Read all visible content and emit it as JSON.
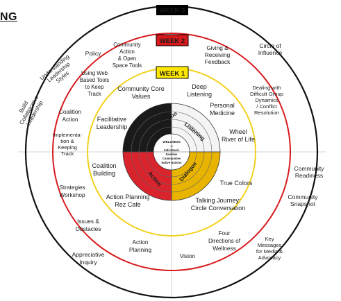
{
  "heading_fragment": "NG",
  "colors": {
    "outer_ring": "#111111",
    "week2_ring": "#d7191c",
    "week1_ring": "#f2d01a",
    "center_black": "#1a1a1a",
    "center_white": "#f4f4f4",
    "center_yellow": "#e8b400",
    "center_red": "#d9232d",
    "center_pink": "#e9a0a4",
    "center_gray": "#9a9a9a",
    "week3_label_bg": "#000000",
    "week2_label_bg": "#d7191c",
    "week1_label_bg": "#ffe800"
  },
  "labels": {
    "week3": "WEEK 3",
    "week2": "WEEK 2",
    "week1": "WEEK 1"
  },
  "center": {
    "reflection": "Reflection",
    "listening": "Listening",
    "dialogue": "Dialogue",
    "action": "Action",
    "core": [
      "WELLNESS",
      "of",
      "Individuals",
      "Families",
      "Communities",
      "Native Nations"
    ]
  },
  "outer_ring_items": {
    "policy": "Policy",
    "circle_of_influence": [
      "Circle of",
      "Influence"
    ],
    "understanding_leadership": [
      "Understanding",
      "Leadership",
      "Styles"
    ],
    "build_collaborative": [
      "Build",
      "Collaborative",
      "Leadership"
    ],
    "community_readiness": [
      "Community",
      "Readiness"
    ],
    "community_snapshot": [
      "Community",
      "Snapshot"
    ],
    "key_messages": [
      "Key",
      "Messages",
      "for Media &",
      "Advocacy"
    ],
    "appreciative_inquiry": [
      "Appreciative",
      "Inquiry"
    ]
  },
  "week2_items": {
    "community_action": [
      "Community",
      "Action",
      "& Open",
      "Space Tools"
    ],
    "giving_feedback": [
      "Giving &",
      "Receiving",
      "Feedback"
    ],
    "web_tools": [
      "Using Web",
      "Based Tools",
      "to Keep",
      "Track"
    ],
    "difficult_group": [
      "Dealing with",
      "Difficult Group",
      "Dynamics",
      "/ Conflict",
      "Resolution"
    ],
    "coalition_action": [
      "Coalition",
      "Action"
    ],
    "implementation": [
      "Implementa-",
      "tion &",
      "Keeping",
      "Track"
    ],
    "strategies_workshop": [
      "Strategies",
      "Workshop"
    ],
    "issues_obstacles": [
      "Issues &",
      "Obstacles"
    ],
    "action_planning": [
      "Action",
      "Planning"
    ],
    "four_directions": [
      "Four",
      "Directions of",
      "Wellness"
    ],
    "vision": "Vision"
  },
  "week1_items": {
    "community_core_values": [
      "Community Core",
      "Values"
    ],
    "deep_listening": [
      "Deep",
      "Listening"
    ],
    "personal_medicine": [
      "Personal",
      "Medicine"
    ],
    "facilitative_leadership": [
      "Facilitative",
      "Leadership"
    ],
    "wheel_river": [
      "Wheel",
      "River of Life"
    ],
    "coalition_building": [
      "Coalition",
      "Building"
    ],
    "true_colors": "True Colors",
    "action_planning_rez": [
      "Action Planning",
      "Rez Cafe"
    ],
    "talking_journey": [
      "Talking Journey:",
      "Circle Conversation"
    ]
  }
}
